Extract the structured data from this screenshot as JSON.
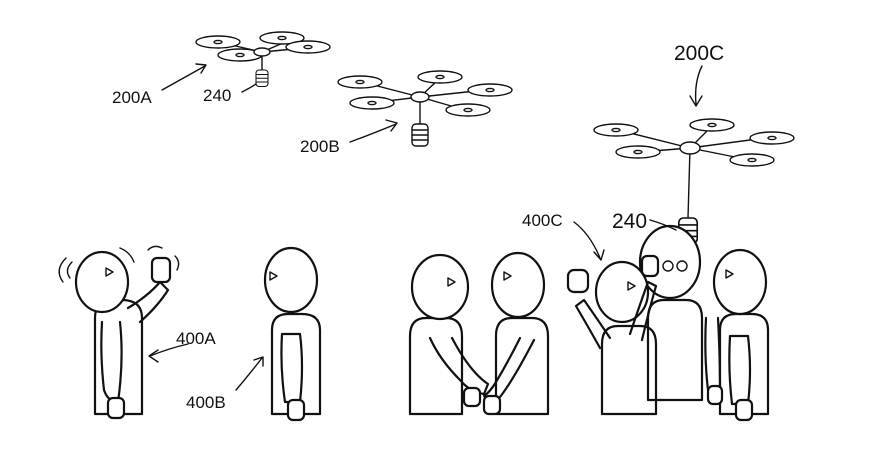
{
  "labels": {
    "drone_a": "200A",
    "drone_b": "200B",
    "drone_c": "200C",
    "payload_a": "240",
    "payload_c": "240",
    "user_a": "400A",
    "user_b": "400B",
    "user_c": "400C"
  }
}
